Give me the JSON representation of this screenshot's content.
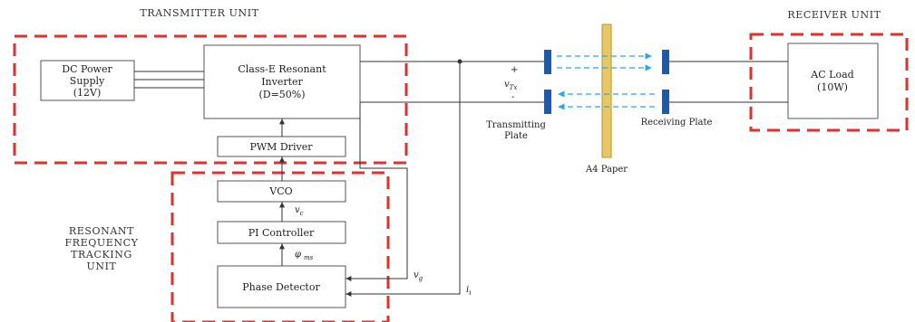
{
  "units": {
    "transmitter": "TRANSMITTER UNIT",
    "receiver": "RECEIVER UNIT",
    "tracking_line1": "RESONANT",
    "tracking_line2": "FREQUENCY",
    "tracking_line3": "TRACKING",
    "tracking_line4": "UNIT"
  },
  "blocks": {
    "dc_supply_line1": "DC Power",
    "dc_supply_line2": "Supply",
    "dc_supply_line3": "(12V)",
    "inverter_line1": "Class-E Resonant",
    "inverter_line2": "Inverter",
    "inverter_line3": "(D=50%)",
    "pwm_driver": "PWM Driver",
    "vco": "VCO",
    "pi_controller": "PI Controller",
    "phase_detector": "Phase Detector",
    "ac_load_line1": "AC Load",
    "ac_load_line2": "(10W)"
  },
  "labels": {
    "plus": "+",
    "minus": "-",
    "voltage": "v",
    "voltage_sub": "Tx",
    "transmitting_line1": "Transmitting",
    "transmitting_line2": "Plate",
    "receiving": "Receiving Plate",
    "paper": "A4 Paper",
    "vc": "v",
    "vc_sub": "c",
    "phi": "φ",
    "phi_sub": "ms",
    "vcg": "v",
    "vcg_sub": "g",
    "current": "i",
    "current_sub": "i"
  },
  "colors": {
    "dashed_border": "#e03030",
    "plate": "#1f5aa6",
    "paper": "#e8c765",
    "paper_edge": "#b9962e",
    "arrow": "#2aa7e6",
    "line": "#333333",
    "box_border": "#555555"
  }
}
